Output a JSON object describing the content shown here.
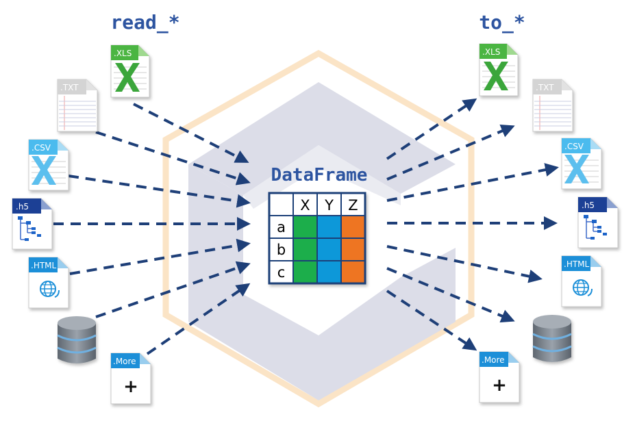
{
  "headings": {
    "read": "read_*",
    "write": "to_*"
  },
  "center": {
    "title": "DataFrame",
    "columns": [
      "X",
      "Y",
      "Z"
    ],
    "rows": [
      "a",
      "b",
      "c"
    ],
    "column_colors": [
      "#1fae4b",
      "#0e98d9",
      "#ee7420"
    ]
  },
  "files": {
    "xls": ".XLS",
    "txt": ".TXT",
    "csv": ".CSV",
    "h5": ".h5",
    "html": ".HTML",
    "more": ".More",
    "more_symbol": "+"
  },
  "colors": {
    "arrow": "#1e3f78",
    "heading": "#2d54a0",
    "hexagon": "#fbe4c6",
    "logo": "#dcdde8"
  }
}
